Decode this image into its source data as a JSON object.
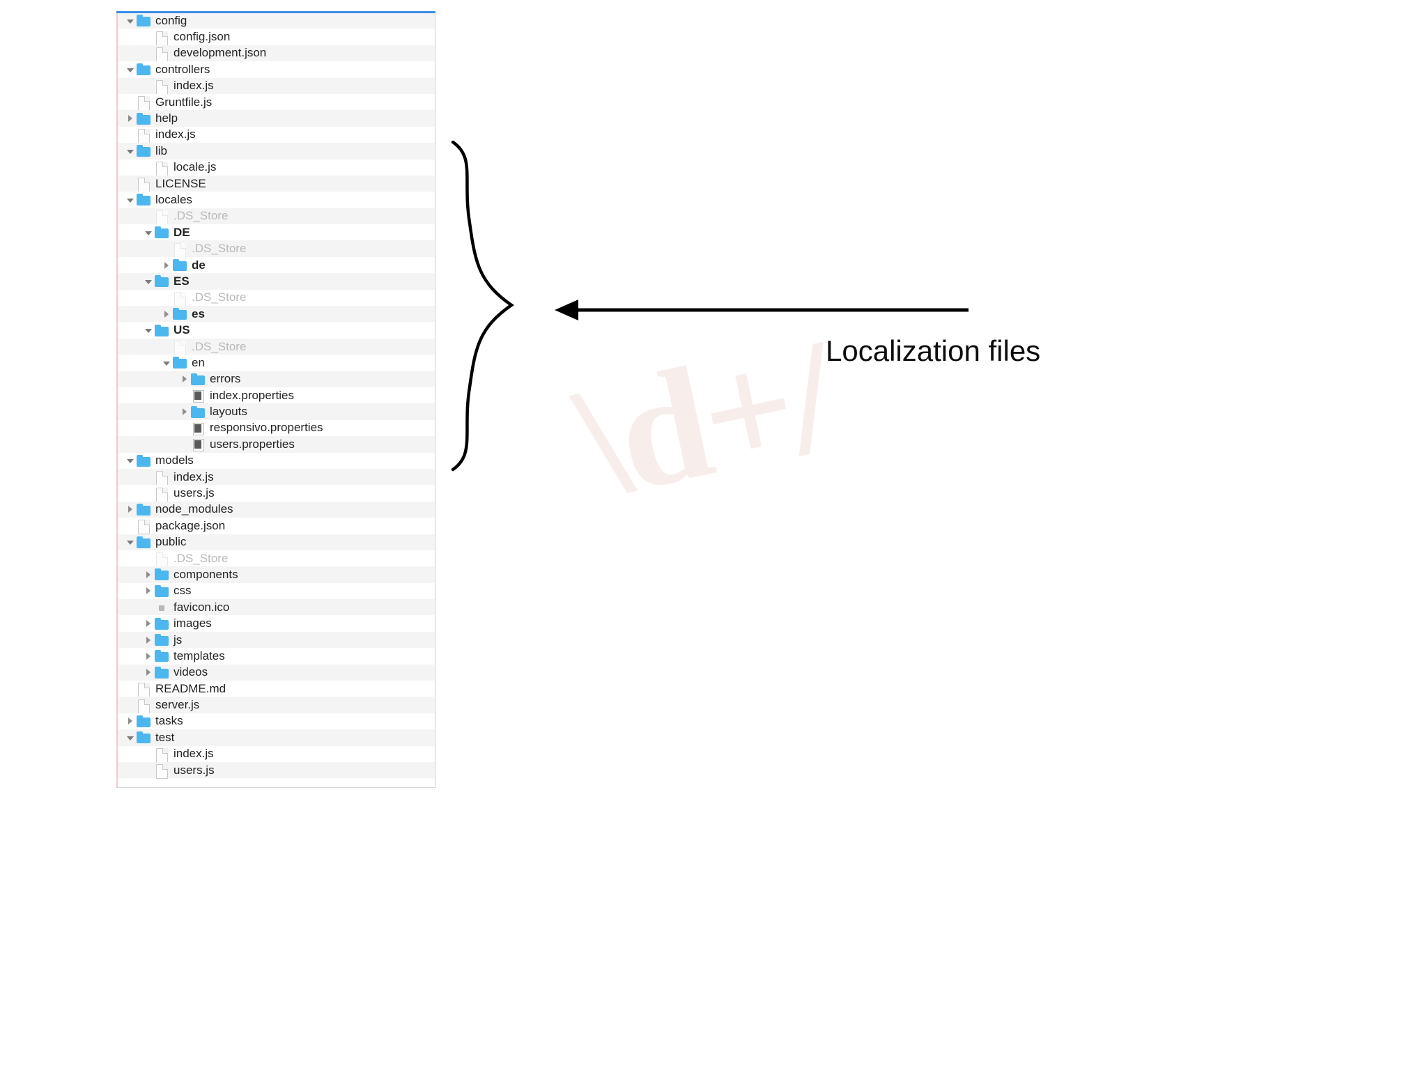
{
  "annotation": {
    "label": "Localization files",
    "brace_name": "curly-brace",
    "arrow_name": "left-arrow"
  },
  "watermark": {
    "text": "\\d+/"
  },
  "tree": {
    "rows": [
      {
        "indent": 0,
        "twisty": "down",
        "icon": "folder",
        "name": "config"
      },
      {
        "indent": 1,
        "twisty": "none",
        "icon": "file",
        "name": "config.json"
      },
      {
        "indent": 1,
        "twisty": "none",
        "icon": "file",
        "name": "development.json"
      },
      {
        "indent": 0,
        "twisty": "down",
        "icon": "folder",
        "name": "controllers"
      },
      {
        "indent": 1,
        "twisty": "none",
        "icon": "file",
        "name": "index.js"
      },
      {
        "indent": 0,
        "twisty": "none",
        "icon": "file",
        "name": "Gruntfile.js"
      },
      {
        "indent": 0,
        "twisty": "right",
        "icon": "folder",
        "name": "help"
      },
      {
        "indent": 0,
        "twisty": "none",
        "icon": "file",
        "name": "index.js"
      },
      {
        "indent": 0,
        "twisty": "down",
        "icon": "folder",
        "name": "lib"
      },
      {
        "indent": 1,
        "twisty": "none",
        "icon": "file",
        "name": "locale.js"
      },
      {
        "indent": 0,
        "twisty": "none",
        "icon": "file",
        "name": "LICENSE"
      },
      {
        "indent": 0,
        "twisty": "down",
        "icon": "folder",
        "name": "locales"
      },
      {
        "indent": 1,
        "twisty": "none",
        "icon": "file",
        "name": ".DS_Store",
        "dim": true
      },
      {
        "indent": 1,
        "twisty": "down",
        "icon": "folder",
        "name": "DE",
        "bold": true
      },
      {
        "indent": 2,
        "twisty": "none",
        "icon": "file",
        "name": ".DS_Store",
        "dim": true
      },
      {
        "indent": 2,
        "twisty": "right",
        "icon": "folder",
        "name": "de",
        "bold": true
      },
      {
        "indent": 1,
        "twisty": "down",
        "icon": "folder",
        "name": "ES",
        "bold": true
      },
      {
        "indent": 2,
        "twisty": "none",
        "icon": "file",
        "name": ".DS_Store",
        "dim": true
      },
      {
        "indent": 2,
        "twisty": "right",
        "icon": "folder",
        "name": "es",
        "bold": true
      },
      {
        "indent": 1,
        "twisty": "down",
        "icon": "folder",
        "name": "US",
        "bold": true
      },
      {
        "indent": 2,
        "twisty": "none",
        "icon": "file",
        "name": ".DS_Store",
        "dim": true
      },
      {
        "indent": 2,
        "twisty": "down",
        "icon": "folder",
        "name": "en"
      },
      {
        "indent": 3,
        "twisty": "right",
        "icon": "folder",
        "name": "errors"
      },
      {
        "indent": 3,
        "twisty": "none",
        "icon": "props",
        "name": "index.properties"
      },
      {
        "indent": 3,
        "twisty": "right",
        "icon": "folder",
        "name": "layouts"
      },
      {
        "indent": 3,
        "twisty": "none",
        "icon": "props",
        "name": "responsivo.properties"
      },
      {
        "indent": 3,
        "twisty": "none",
        "icon": "props",
        "name": "users.properties"
      },
      {
        "indent": 0,
        "twisty": "down",
        "icon": "folder",
        "name": "models"
      },
      {
        "indent": 1,
        "twisty": "none",
        "icon": "file",
        "name": "index.js"
      },
      {
        "indent": 1,
        "twisty": "none",
        "icon": "file",
        "name": "users.js"
      },
      {
        "indent": 0,
        "twisty": "right",
        "icon": "folder",
        "name": "node_modules"
      },
      {
        "indent": 0,
        "twisty": "none",
        "icon": "file",
        "name": "package.json"
      },
      {
        "indent": 0,
        "twisty": "down",
        "icon": "folder",
        "name": "public"
      },
      {
        "indent": 1,
        "twisty": "none",
        "icon": "file",
        "name": ".DS_Store",
        "dim": true
      },
      {
        "indent": 1,
        "twisty": "right",
        "icon": "folder",
        "name": "components"
      },
      {
        "indent": 1,
        "twisty": "right",
        "icon": "folder",
        "name": "css"
      },
      {
        "indent": 1,
        "twisty": "none",
        "icon": "favicon",
        "name": "favicon.ico"
      },
      {
        "indent": 1,
        "twisty": "right",
        "icon": "folder",
        "name": "images"
      },
      {
        "indent": 1,
        "twisty": "right",
        "icon": "folder",
        "name": "js"
      },
      {
        "indent": 1,
        "twisty": "right",
        "icon": "folder",
        "name": "templates"
      },
      {
        "indent": 1,
        "twisty": "right",
        "icon": "folder",
        "name": "videos"
      },
      {
        "indent": 0,
        "twisty": "none",
        "icon": "file",
        "name": "README.md"
      },
      {
        "indent": 0,
        "twisty": "none",
        "icon": "file",
        "name": "server.js"
      },
      {
        "indent": 0,
        "twisty": "right",
        "icon": "folder",
        "name": "tasks"
      },
      {
        "indent": 0,
        "twisty": "down",
        "icon": "folder",
        "name": "test"
      },
      {
        "indent": 1,
        "twisty": "none",
        "icon": "file",
        "name": "index.js"
      },
      {
        "indent": 1,
        "twisty": "none",
        "icon": "file",
        "name": "users.js"
      }
    ]
  },
  "colors": {
    "folder": "#4cb6ef",
    "top_bar": "#3a8ee6",
    "row_alt": "#f4f4f4",
    "text": "#242424",
    "dim_text": "#b9b9b9"
  }
}
